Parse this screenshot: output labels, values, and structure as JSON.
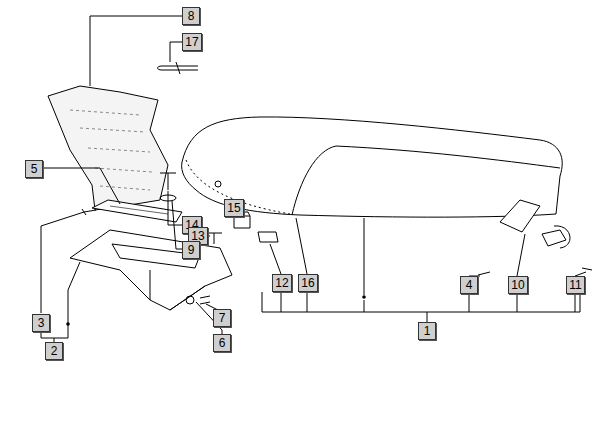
{
  "diagram": {
    "nodes": [
      {
        "text": [
          "8"
        ]
      },
      {
        "text": [
          "17"
        ]
      },
      {
        "text": [
          "5"
        ]
      },
      {
        "text": [
          "15"
        ]
      },
      {
        "text": [
          "14"
        ]
      },
      {
        "text": [
          "13"
        ]
      },
      {
        "text": [
          "9"
        ]
      },
      {
        "text": [
          "12"
        ]
      },
      {
        "text": [
          "16"
        ]
      },
      {
        "text": [
          "4"
        ]
      },
      {
        "text": [
          "10"
        ]
      },
      {
        "text": [
          "11"
        ]
      },
      {
        "text": [
          "7"
        ]
      },
      {
        "text": [
          "3"
        ]
      },
      {
        "text": [
          "1"
        ]
      },
      {
        "text": [
          "6"
        ]
      },
      {
        "text": [
          "2"
        ]
      }
    ]
  }
}
